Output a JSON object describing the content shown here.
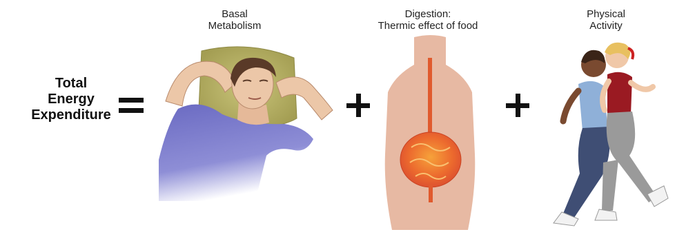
{
  "equation": {
    "lhs_lines": [
      "Total",
      "Energy",
      "Expenditure"
    ],
    "equals": "=",
    "plus": "+"
  },
  "components": [
    {
      "lines": [
        "Basal",
        "Metabolism"
      ],
      "icon": "resting-person-icon"
    },
    {
      "lines": [
        "Digestion:",
        "Thermic effect of food"
      ],
      "icon": "digestive-system-icon"
    },
    {
      "lines": [
        "Physical",
        "Activity"
      ],
      "icon": "running-people-icon"
    }
  ],
  "colors": {
    "text": "#111111",
    "pillow": "#b9b36a",
    "shirt": "#6f6fc4",
    "skin": "#ecc7a8",
    "body_silhouette": "#e7b9a3",
    "intestines": "#e8612f"
  }
}
